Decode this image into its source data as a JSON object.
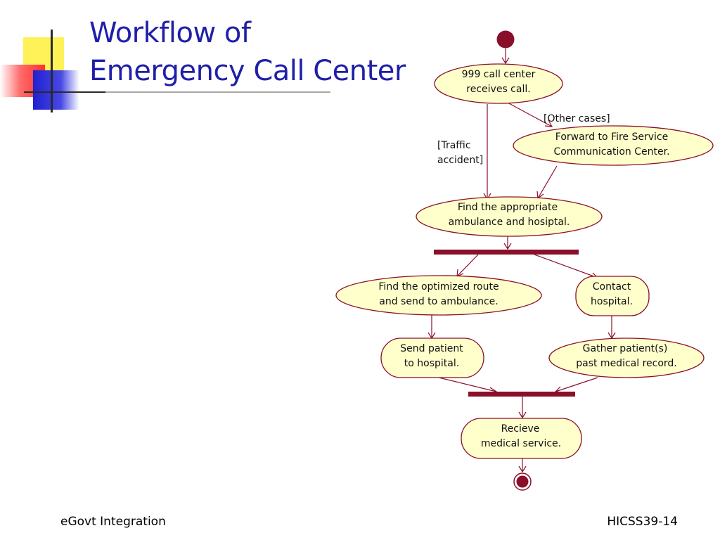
{
  "slide": {
    "title_line1": "Workflow of",
    "title_line2": "Emergency Call Center",
    "footer_left": "eGovt Integration",
    "footer_right": "HICSS39-14"
  },
  "colors": {
    "title": "#1f1fa8",
    "node_fill": "#ffffcc",
    "node_stroke": "#8a0f2a",
    "bar": "#8a0f2a"
  },
  "diagram": {
    "nodes": {
      "receive_call": [
        "999 call center",
        "receives call."
      ],
      "forward": [
        "Forward to Fire Service",
        "Communication Center."
      ],
      "find_ambulance": [
        "Find the appropriate",
        "ambulance and hosiptal."
      ],
      "optimized_route": [
        "Find the optimized route",
        "and send to ambulance."
      ],
      "contact_hospital": [
        "Contact",
        "hospital."
      ],
      "send_patient": [
        "Send patient",
        "to hospital."
      ],
      "gather_record": [
        "Gather patient(s)",
        "past medical record."
      ],
      "receive_service": [
        "Recieve",
        "medical service."
      ]
    },
    "guards": {
      "other_cases": "[Other cases]",
      "traffic_1": "[Traffic",
      "traffic_2": "accident]"
    }
  }
}
